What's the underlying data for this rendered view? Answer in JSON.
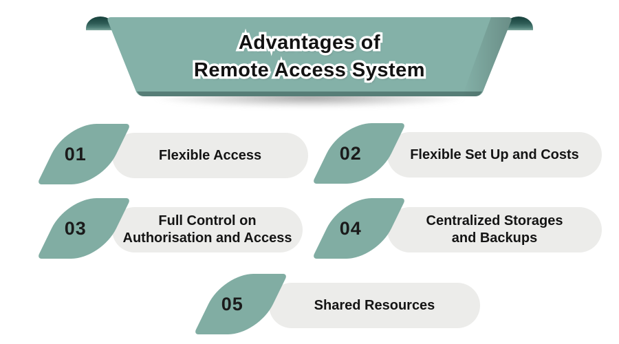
{
  "banner": {
    "title_line1": "Advantages of",
    "title_line2": "Remote Access System"
  },
  "items": [
    {
      "number": "01",
      "label": "Flexible Access"
    },
    {
      "number": "02",
      "label": "Flexible Set Up and Costs"
    },
    {
      "number": "03",
      "label": "Full Control on\nAuthorisation and Access"
    },
    {
      "number": "04",
      "label": "Centralized Storages\nand Backups"
    },
    {
      "number": "05",
      "label": "Shared Resources"
    }
  ],
  "colors": {
    "banner_fill": "#84B1A8",
    "banner_curl_dark": "#16403B",
    "leaf_fill": "#81ADA3",
    "pill_fill": "#ECECEA",
    "title_text": "#121212",
    "title_outline": "#FFFFFF",
    "item_text": "#141414",
    "background": "#FFFFFF"
  }
}
